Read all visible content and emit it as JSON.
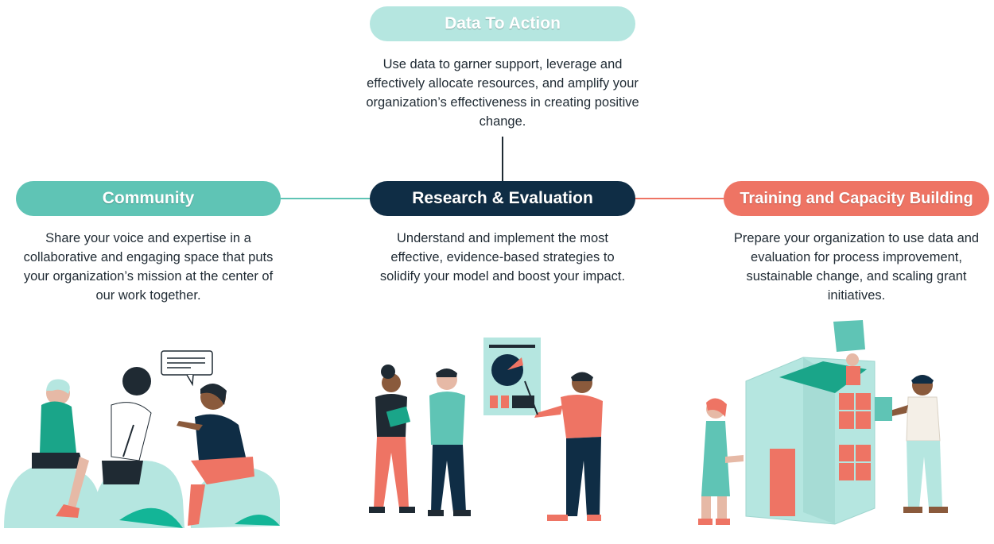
{
  "sections": {
    "top": {
      "title": "Data To Action",
      "description": "Use data to garner support, leverage and effectively allocate resources, and amplify your organization’s effectiveness in creating positive change."
    },
    "left": {
      "title": "Community",
      "description": "Share your voice and expertise in a collaborative and engaging space that puts your organization’s mission at the center of our work together."
    },
    "center": {
      "title": "Research & Evaluation",
      "description": "Understand and implement the most effective, evidence-based strategies to solidify your model and boost your impact."
    },
    "right": {
      "title": "Training and Capacity Building",
      "description": "Prepare your organization to use data and evaluation for process improvement, sustainable change, and scaling grant initiatives."
    }
  },
  "colors": {
    "top": "#b5e6e0",
    "community": "#5fc4b5",
    "research": "#0f2d45",
    "training": "#ee7464"
  }
}
